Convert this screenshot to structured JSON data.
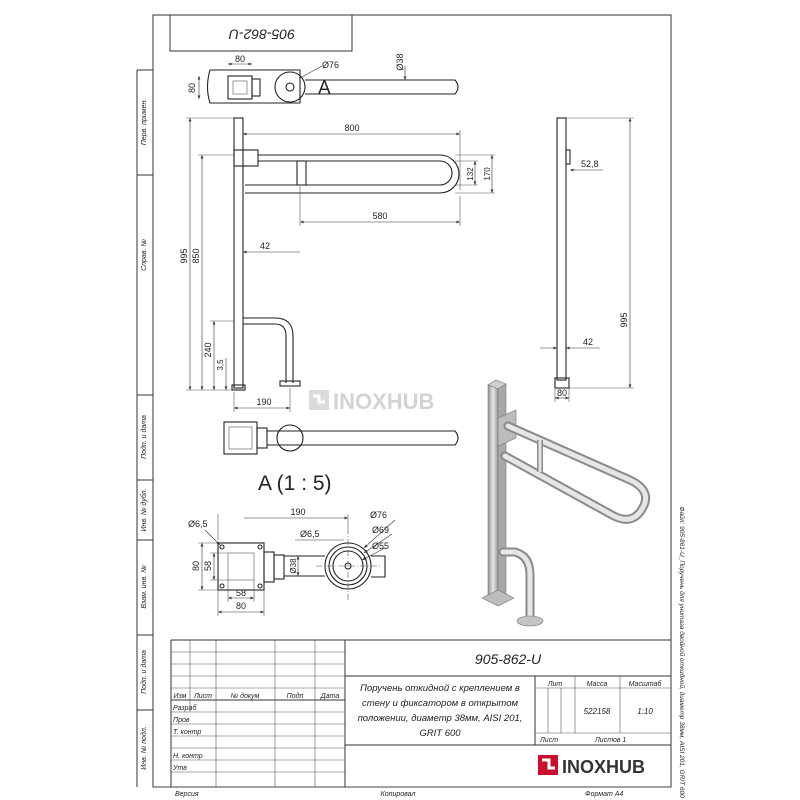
{
  "drawing_number": "905-862-U",
  "drawing_number_rotated": "905-862-U",
  "title": "Поручень откидной с креплением в стену и фиксатором в открытом положении, диаметр 38мм, AISI 201, GRIT 600",
  "side_file_label": "Файл: 905-861-U_Поручень для унитаза двойной откидной, диаметр 38мм, AISI 201, GRIT 600",
  "brand": "INOXHUB",
  "watermark": "INOXHUB",
  "section_label": "A",
  "detail_label": "A (1 : 5)",
  "left_strip": [
    "Перв. примен.",
    "Справ. №",
    "Подп. и дата",
    "Инв. № дубл.",
    "Взам. инв. №",
    "Подп. и дата",
    "Инв. № подл."
  ],
  "title_block": {
    "headers": {
      "izm": "Изм",
      "list": "Лист",
      "doc": "№ докум",
      "podp": "Подп",
      "data": "Дата"
    },
    "roles": [
      "Разраб",
      "Пров",
      "Т. контр",
      "",
      "Н. контр",
      "Утв"
    ],
    "lit_label": "Лит",
    "mass_label": "Масса",
    "scale_label": "Масштаб",
    "mass_value": "522158",
    "scale_value": "1:10",
    "sheet_label": "Лист",
    "sheets_label": "Листов 1"
  },
  "bottom": {
    "version": "Версия",
    "copied": "Копировал",
    "format": "Формат А4"
  },
  "dims": {
    "top_80": "80",
    "top_80v": "80",
    "top_d76": "Ø76",
    "top_d38": "Ø38",
    "front_800": "800",
    "front_132": "132",
    "front_170": "170",
    "front_580": "580",
    "front_42": "42",
    "front_995": "995",
    "front_850": "850",
    "front_240": "240",
    "front_35": "3,5",
    "front_190": "190",
    "side_528": "52,8",
    "side_995": "995",
    "side_42": "42",
    "side_80": "80",
    "det_d65a": "Ø6,5",
    "det_190": "190",
    "det_d65b": "Ø6,5",
    "det_d76": "Ø76",
    "det_d69": "Ø69",
    "det_d55": "Ø55",
    "det_d38": "Ø38",
    "det_80v": "80",
    "det_58v": "58",
    "det_58h": "58",
    "det_80h": "80"
  }
}
